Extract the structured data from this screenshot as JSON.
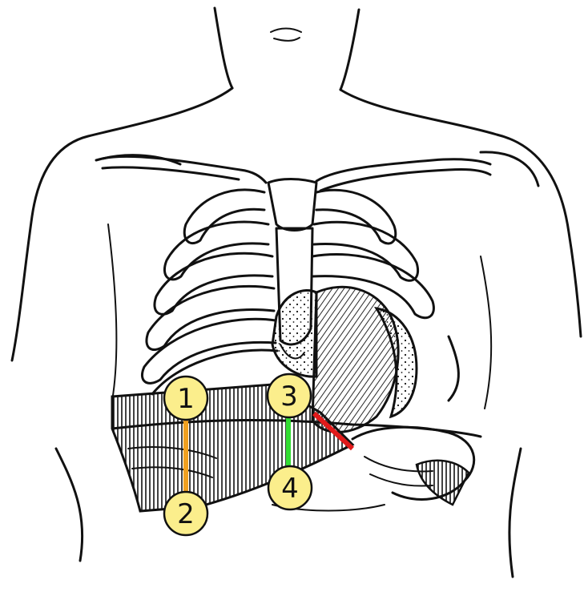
{
  "markers": [
    {
      "label": "1"
    },
    {
      "label": "2"
    },
    {
      "label": "3"
    },
    {
      "label": "4"
    }
  ],
  "colors": {
    "marker_fill": "#fbee8c",
    "segment_1_2": "#f0a020",
    "segment_3_4": "#33dd33",
    "segment_red": "#e11a1a",
    "ink": "#111111",
    "background": "#ffffff"
  }
}
